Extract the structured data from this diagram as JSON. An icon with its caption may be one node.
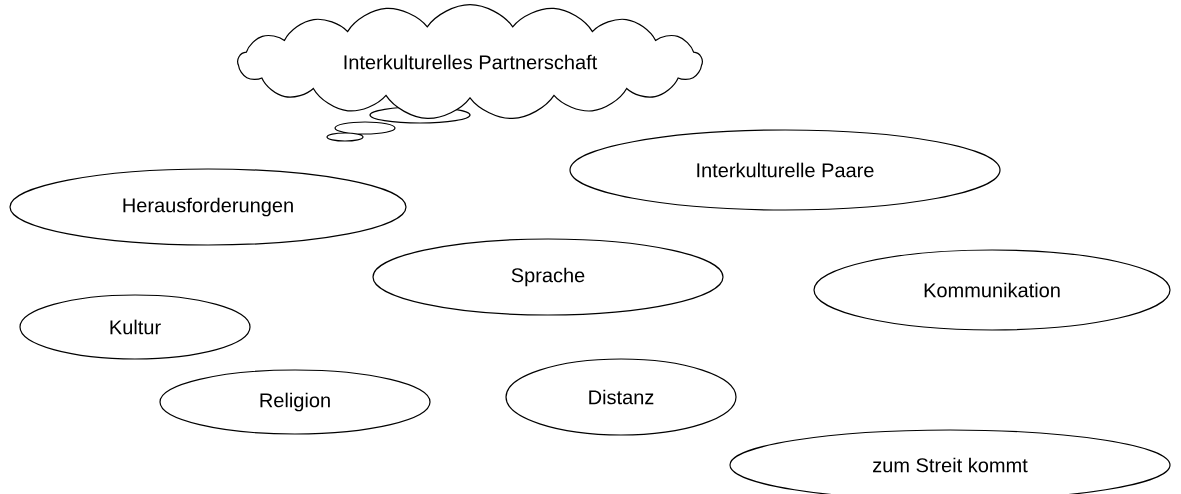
{
  "diagram": {
    "nodes": [
      {
        "text": [
          "Interkulturelles Partnerschaft"
        ]
      },
      {
        "text": [
          "Interkulturelle Paare"
        ]
      },
      {
        "text": [
          "Herausforderungen"
        ]
      },
      {
        "text": [
          "Sprache"
        ]
      },
      {
        "text": [
          "Kommunikation"
        ]
      },
      {
        "text": [
          "Kultur"
        ]
      },
      {
        "text": [
          "Religion"
        ]
      },
      {
        "text": [
          "Distanz"
        ]
      },
      {
        "text": [
          "zum Streit kommt"
        ]
      }
    ]
  }
}
